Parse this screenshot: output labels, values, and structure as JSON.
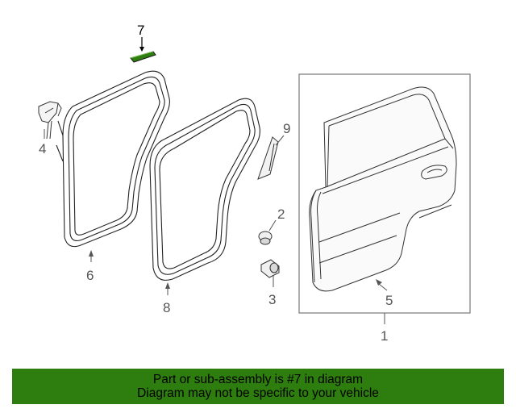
{
  "callouts": {
    "c1": "1",
    "c2": "2",
    "c3": "3",
    "c4": "4",
    "c5": "5",
    "c6": "6",
    "c7": "7",
    "c8": "8",
    "c9": "9"
  },
  "highlight": {
    "part": "7",
    "color": "#2e7d0f"
  },
  "banner": {
    "line1": "Part or sub-assembly is #7 in diagram",
    "line2": "Diagram may not be specific to your vehicle",
    "background": "#2e7d0f"
  }
}
